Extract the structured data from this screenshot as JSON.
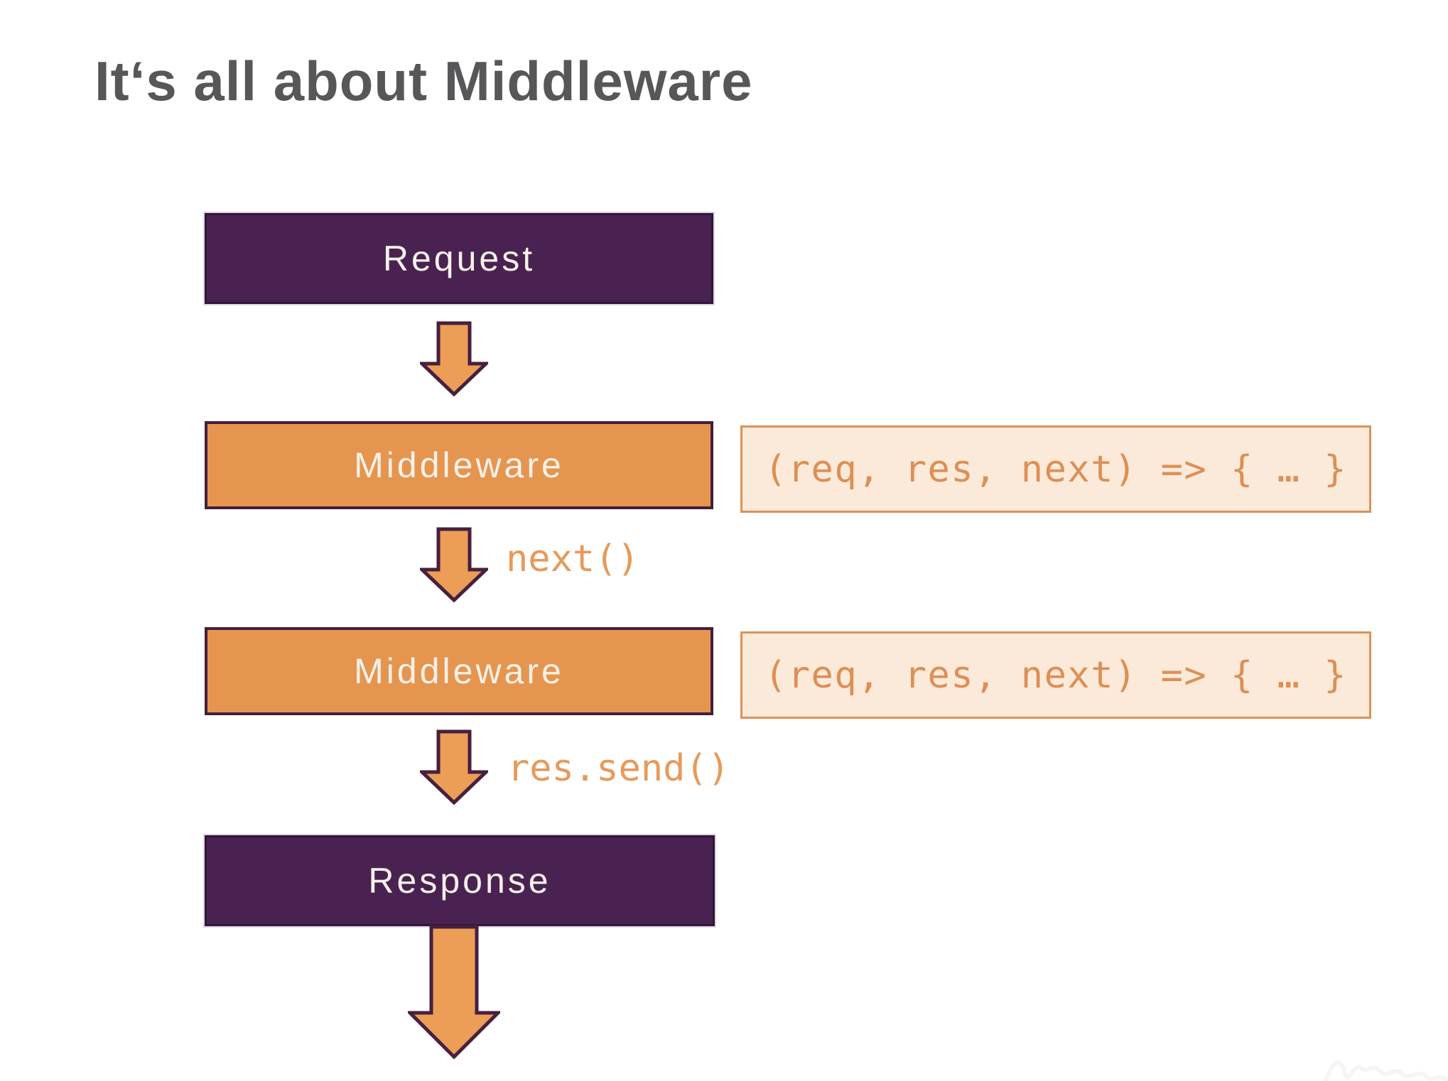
{
  "slide": {
    "title": "It‘s all about Middleware"
  },
  "diagram": {
    "type": "flowchart",
    "direction": "top-down",
    "nodes": [
      {
        "id": "request",
        "label": "Request",
        "kind": "endpoint"
      },
      {
        "id": "middleware1",
        "label": "Middleware",
        "kind": "middleware",
        "code": "(req, res, next) => { … }"
      },
      {
        "id": "middleware2",
        "label": "Middleware",
        "kind": "middleware",
        "code": "(req, res, next) => { … }"
      },
      {
        "id": "response",
        "label": "Response",
        "kind": "endpoint"
      }
    ],
    "edges": [
      {
        "from": "request",
        "to": "middleware1",
        "label": ""
      },
      {
        "from": "middleware1",
        "to": "middleware2",
        "label": "next()"
      },
      {
        "from": "middleware2",
        "to": "response",
        "label": "res.send()"
      },
      {
        "from": "response",
        "to": "",
        "label": ""
      }
    ]
  },
  "colors": {
    "endpoint_box": "#4a2251",
    "endpoint_border": "#31153a",
    "middleware_box": "#e6954f",
    "middleware_border": "#421f3f",
    "arrow_fill": "#ec9d56",
    "arrow_outline": "#46203f",
    "code_box_bg": "#fbead9",
    "code_box_border": "#dc9257",
    "code_text": "#dd8f55",
    "edge_label_text": "#e69a5a",
    "box_label_text": "#f6f1e9",
    "title_text": "#57575a",
    "background": "#ffffff"
  }
}
